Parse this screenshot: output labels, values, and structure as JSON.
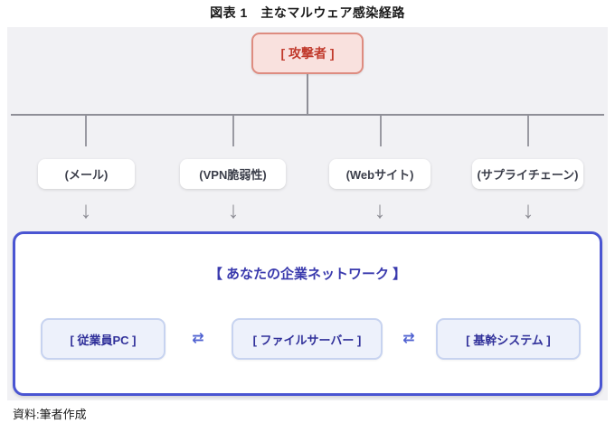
{
  "title": "図表 1　主なマルウェア感染経路",
  "diagram": {
    "attacker": {
      "label": "[ 攻撃者 ]"
    },
    "routes": [
      {
        "label": "(メール)"
      },
      {
        "label": "(VPN脆弱性)"
      },
      {
        "label": "(Webサイト)"
      },
      {
        "label": "(サプライチェーン)"
      }
    ],
    "down_arrow": "↓",
    "network": {
      "heading": "【 あなたの企業ネットワーク 】",
      "nodes": [
        {
          "label": "[ 従業員PC ]"
        },
        {
          "label": "[ ファイルサーバー ]"
        },
        {
          "label": "[ 基幹システム ]"
        }
      ],
      "exchange_arrow": "⇄"
    }
  },
  "footer": {
    "source": "資料:筆者作成"
  },
  "colors": {
    "panel_bg": "#f1f1f4",
    "connector_line": "#8f8f97",
    "attacker_bg": "#f9e1de",
    "attacker_border": "#de8c80",
    "attacker_text": "#c13a2c",
    "route_text": "#3c3f4b",
    "network_border": "#4a55d2",
    "network_heading_text": "#3939ad",
    "node_bg": "#edf1fb",
    "node_border": "#c7d3f0",
    "node_text": "#30309a",
    "exchange_arrow_color": "#5163d1"
  }
}
